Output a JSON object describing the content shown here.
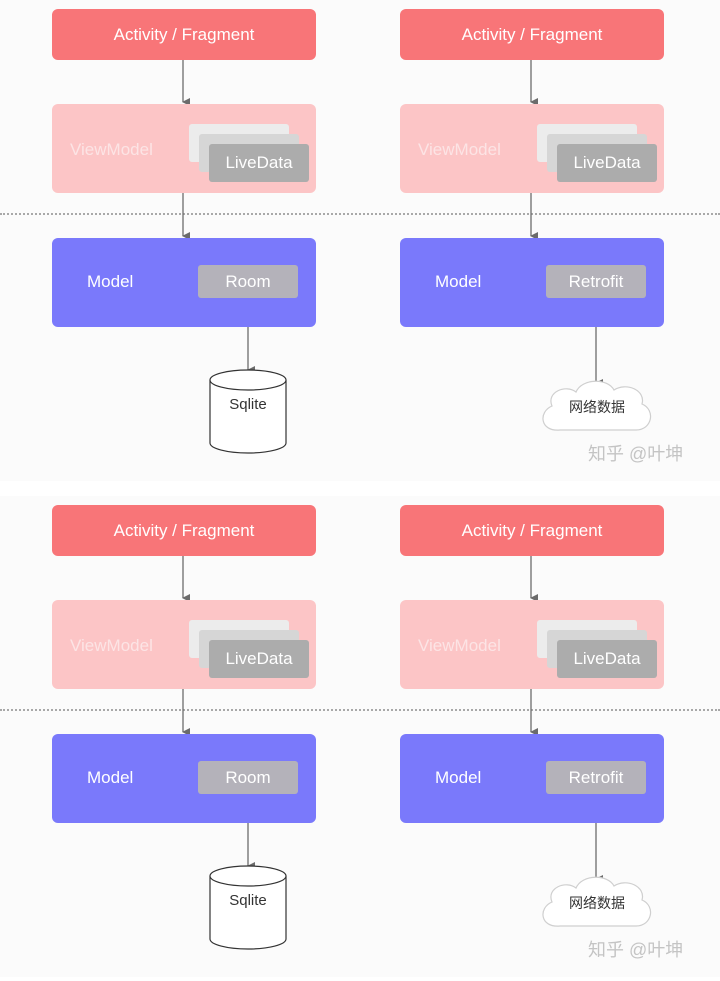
{
  "panels": [
    {
      "left": {
        "activity": "Activity / Fragment",
        "viewmodel": "ViewModel",
        "livedata": "LiveData",
        "model": "Model",
        "store": "Room",
        "source": "Sqlite"
      },
      "right": {
        "activity": "Activity / Fragment",
        "viewmodel": "ViewModel",
        "livedata": "LiveData",
        "model": "Model",
        "store": "Retrofit",
        "source": "网络数据"
      },
      "watermark": "知乎 @叶坤"
    },
    {
      "left": {
        "activity": "Activity / Fragment",
        "viewmodel": "ViewModel",
        "livedata": "LiveData",
        "model": "Model",
        "store": "Room",
        "source": "Sqlite"
      },
      "right": {
        "activity": "Activity / Fragment",
        "viewmodel": "ViewModel",
        "livedata": "LiveData",
        "model": "Model",
        "store": "Retrofit",
        "source": "网络数据"
      },
      "watermark": "知乎 @叶坤"
    }
  ],
  "colors": {
    "activity": "#f87578",
    "viewmodel": "#fcc5c6",
    "model": "#7a79fb",
    "chip": "#acacac"
  }
}
